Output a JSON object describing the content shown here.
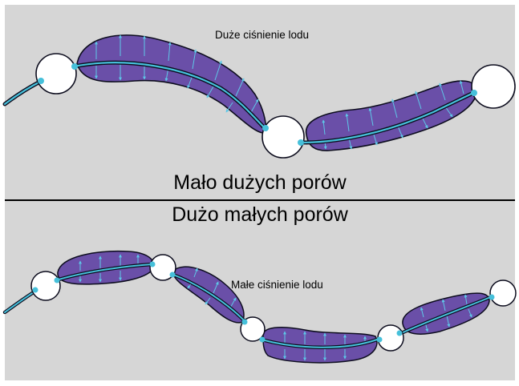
{
  "headings": {
    "top": "Mało dużych porów",
    "bottom": "Dużo małych porów"
  },
  "labels": {
    "high_pressure": "Duże ciśnienie lodu",
    "low_pressure": "Małe ciśnienie lodu"
  },
  "colors": {
    "background": "#d6d6d6",
    "ice_fill": "#6a4fa8",
    "water_film": "#46c0da",
    "grain_fill": "#ffffff",
    "outline": "#0d0d1e"
  }
}
